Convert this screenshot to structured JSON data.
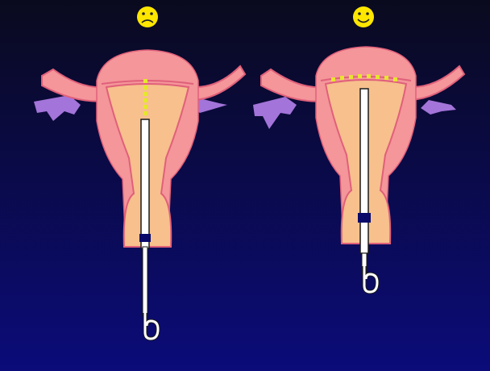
{
  "colors": {
    "background_top": "#0a0a1e",
    "background_bottom": "#0b0b7a",
    "uterus_outer": "#f4969a",
    "uterus_cavity": "#f7c08d",
    "uterus_outline": "#e0607a",
    "tube_ovary": "#a374d9",
    "catheter": "#ffffff",
    "catheter_outline": "#1a1a1a",
    "marker": "#0a0a6a",
    "embryo_dots": "#e6e62e",
    "face": "#ffe600"
  },
  "panels": [
    {
      "id": "left",
      "mood": "sad",
      "face_icon": "sad-face-icon",
      "dot_placement": "vertical-midline"
    },
    {
      "id": "right",
      "mood": "happy",
      "face_icon": "happy-face-icon",
      "dot_placement": "fundal-horizontal"
    }
  ]
}
